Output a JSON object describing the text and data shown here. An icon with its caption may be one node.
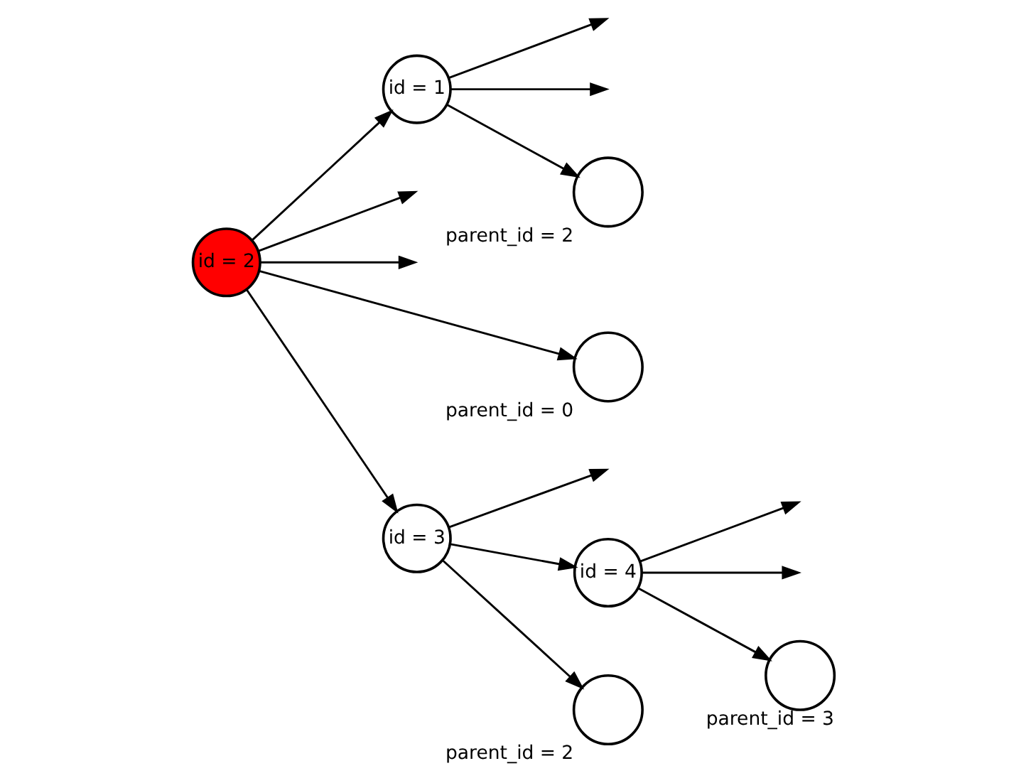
{
  "diagram": {
    "nodes": [
      {
        "text": [
          "id = 2"
        ]
      },
      {
        "text": [
          "id = 1"
        ]
      },
      {
        "text": [],
        "shape": "circle",
        "beside": [
          "parent_id = 2"
        ]
      },
      {
        "text": [],
        "shape": "circle",
        "beside": [
          "parent_id = 0"
        ]
      },
      {
        "text": [
          "id = 3"
        ]
      },
      {
        "text": [],
        "shape": "circle",
        "beside": [
          "parent_id = 2"
        ]
      },
      {
        "text": [
          "id = 4"
        ]
      },
      {
        "text": [],
        "shape": "circle",
        "beside": [
          "parent_id = 3"
        ]
      }
    ],
    "edges": [
      {
        "from": 0,
        "to": 1,
        "arrow": "to"
      },
      {
        "from": 0,
        "to": null,
        "arrow": "to"
      },
      {
        "from": 0,
        "to": null,
        "arrow": "to"
      },
      {
        "from": 0,
        "to": 3,
        "arrow": "to"
      },
      {
        "from": 0,
        "to": 4,
        "arrow": "to"
      },
      {
        "from": 1,
        "to": null,
        "arrow": "to"
      },
      {
        "from": 1,
        "to": null,
        "arrow": "to"
      },
      {
        "from": 1,
        "to": 2,
        "arrow": "to"
      },
      {
        "from": 4,
        "to": null,
        "arrow": "to"
      },
      {
        "from": 4,
        "to": 6,
        "arrow": "to"
      },
      {
        "from": 4,
        "to": 5,
        "arrow": "to"
      },
      {
        "from": 6,
        "to": null,
        "arrow": "to"
      },
      {
        "from": 6,
        "to": null,
        "arrow": "to"
      },
      {
        "from": 6,
        "to": 7,
        "arrow": "to"
      }
    ]
  }
}
